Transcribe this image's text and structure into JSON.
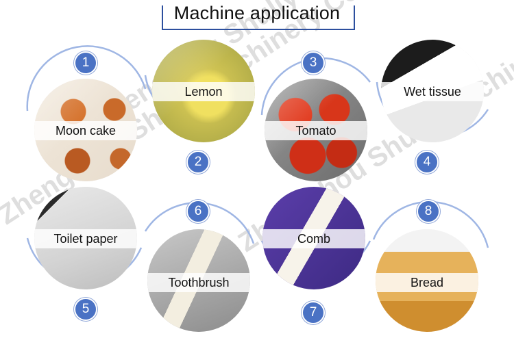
{
  "title": "Machine application",
  "watermark_text": "Zhengzhou Shuliy Machinery Co., Ltd",
  "colors": {
    "badge": "#4a72c4",
    "arc": "#9fb6e4",
    "title_bracket": "#2c4f9e"
  },
  "items": [
    {
      "number": "1",
      "label": "Moon cake"
    },
    {
      "number": "2",
      "label": "Lemon"
    },
    {
      "number": "3",
      "label": "Tomato"
    },
    {
      "number": "4",
      "label": "Wet tissue"
    },
    {
      "number": "5",
      "label": "Toilet paper"
    },
    {
      "number": "6",
      "label": "Toothbrush"
    },
    {
      "number": "7",
      "label": "Comb"
    },
    {
      "number": "8",
      "label": "Bread"
    }
  ]
}
